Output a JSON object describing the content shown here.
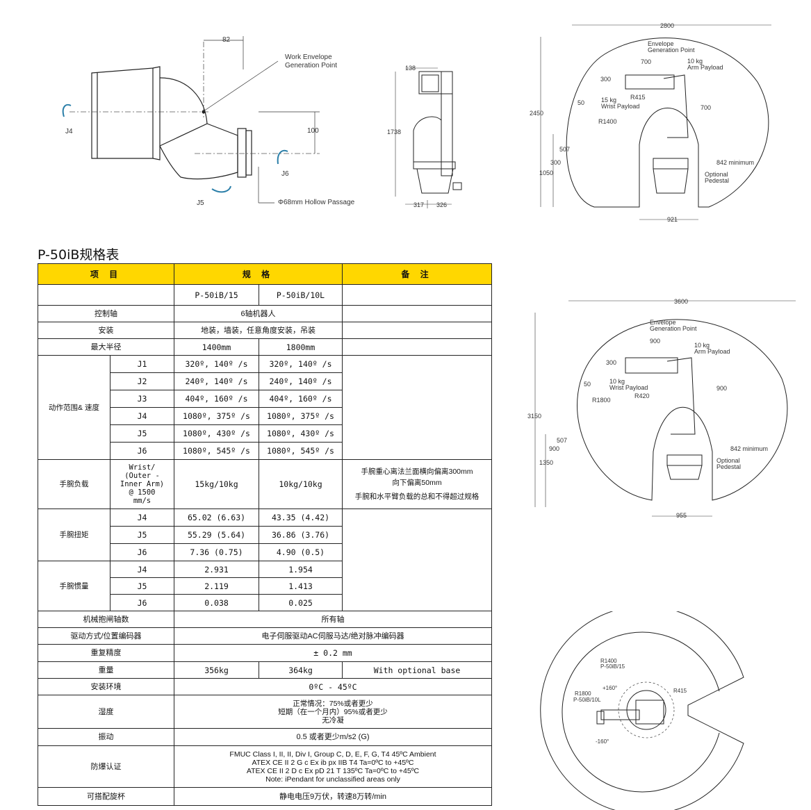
{
  "drawings": {
    "wrist": {
      "dim_82": "82",
      "dim_100": "100",
      "work_envelope_1": "Work Envelope",
      "work_envelope_2": "Generation Point",
      "j4": "J4",
      "j5": "J5",
      "j6": "J6",
      "hollow": "Φ68mm Hollow Passage"
    },
    "front": {
      "dim_138": "138",
      "dim_1738": "1738",
      "dim_317": "317",
      "dim_326": "326"
    },
    "envelope_15": {
      "dim_2800": "2800",
      "dim_2450": "2450",
      "dim_1050": "1050",
      "dim_507": "507",
      "dim_300v": "300",
      "dim_921": "921",
      "dim_700h": "700",
      "dim_700v": "700",
      "dim_300h": "300",
      "dim_50": "50",
      "r415": "R415",
      "r1400": "R1400",
      "env_1": "Envelope",
      "env_2": "Generation Point",
      "payload_1": "10 kg",
      "payload_2": "Arm Payload",
      "wrist_1": "15 kg",
      "wrist_2": "Wrist Payload",
      "min842": "842 minimum",
      "ped_1": "Optional",
      "ped_2": "Pedestal"
    },
    "envelope_10l": {
      "dim_3600": "3600",
      "dim_3150": "3150",
      "dim_1350": "1350",
      "dim_507": "507",
      "dim_900v": "900",
      "dim_955": "955",
      "dim_900h": "900",
      "dim_900r": "900",
      "dim_300": "300",
      "dim_50": "50",
      "r420": "R420",
      "r1800": "R1800",
      "env_1": "Envelope",
      "env_2": "Generation Point",
      "payload_1": "10 kg",
      "payload_2": "Arm Payload",
      "wrist_1": "10 kg",
      "wrist_2": "Wrist Payload",
      "min842": "842 minimum",
      "ped_1": "Optional",
      "ped_2": "Pedestal"
    },
    "top_view": {
      "r1400_1": "R1400",
      "r1400_2": "P-50iB/15",
      "r1800_1": "R1800",
      "r1800_2": "P-50iB/10L",
      "plus160": "+160°",
      "minus160": "-160°",
      "r415": "R415"
    }
  },
  "spec": {
    "title": "P-50iB规格表",
    "headers": {
      "item": "项 目",
      "spec": "规 格",
      "note": "备 注"
    },
    "models": {
      "m1": "P-50iB/15",
      "m2": "P-50iB/10L"
    },
    "control_axes": {
      "label": "控制轴",
      "value": "6轴机器人"
    },
    "install": {
      "label": "安装",
      "value": "地装，墙装，任意角度安装，吊装"
    },
    "max_radius": {
      "label": "最大半径",
      "v1": "1400mm",
      "v2": "1800mm"
    },
    "motion": {
      "label": "动作范围& 速度",
      "rows": [
        {
          "axis": "J1",
          "v1": "320º, 140º /s",
          "v2": "320º, 140º /s"
        },
        {
          "axis": "J2",
          "v1": "240º, 140º /s",
          "v2": "240º, 140º /s"
        },
        {
          "axis": "J3",
          "v1": "404º, 160º /s",
          "v2": "404º, 160º /s"
        },
        {
          "axis": "J4",
          "v1": "1080º, 375º /s",
          "v2": "1080º, 375º /s"
        },
        {
          "axis": "J5",
          "v1": "1080º, 430º /s",
          "v2": "1080º, 430º /s"
        },
        {
          "axis": "J6",
          "v1": "1080º, 545º /s",
          "v2": "1080º, 545º /s"
        }
      ]
    },
    "wrist_load": {
      "label": "手腕负载",
      "sub": "Wrist/\n(Outer - \nInner Arm)\n@ 1500\nmm/s",
      "v1": "15kg/10kg",
      "v2": "10kg/10kg",
      "note_1": "手腕重心离法兰面横向偏离300mm\n向下偏离50mm",
      "note_2": "手腕和水平臂负载的总和不得超过规格"
    },
    "torque": {
      "label": "手腕扭矩",
      "rows": [
        {
          "axis": "J4",
          "v1": "65.02 (6.63)",
          "v2": "43.35 (4.42)"
        },
        {
          "axis": "J5",
          "v1": "55.29 (5.64)",
          "v2": "36.86 (3.76)"
        },
        {
          "axis": "J6",
          "v1": "7.36 (0.75)",
          "v2": "4.90 (0.5)"
        }
      ]
    },
    "inertia": {
      "label": "手腕惯量",
      "rows": [
        {
          "axis": "J4",
          "v1": "2.931",
          "v2": "1.954"
        },
        {
          "axis": "J5",
          "v1": "2.119",
          "v2": "1.413"
        },
        {
          "axis": "J6",
          "v1": "0.038",
          "v2": "0.025"
        }
      ]
    },
    "brake": {
      "label": "机械抱闸轴数",
      "value": "所有轴"
    },
    "drive": {
      "label": "驱动方式/位置编码器",
      "value": "电子伺服驱动AC伺服马达/绝对脉冲编码器"
    },
    "repeat": {
      "label": "重复精度",
      "value": "± 0.2 mm"
    },
    "weight": {
      "label": "重量",
      "v1": "356kg",
      "v2": "364kg",
      "note": "With optional base"
    },
    "env": {
      "label": "安装环境",
      "value": "0ºC - 45ºC"
    },
    "humidity": {
      "label": "湿度",
      "value": "正常情况：75%或者更少\n短期（在一个月内）95%或者更少\n无冷凝"
    },
    "vibration": {
      "label": "振动",
      "value": "0.5 或者更少m/s2 (G)"
    },
    "explosion": {
      "label": "防爆认证",
      "value": "FMUC Class I, II, II, Div I, Group C, D, E, F, G, T4 45ºC Ambient\nATEX CE II 2 G c Ex ib px IIB T4 Ta=0ºC to +45ºC\nATEX CE II 2 D c Ex pD 21 T 135ºC Ta=0ºC to +45ºC\nNote: iPendant for unclassified areas only"
    },
    "cup": {
      "label": "可搭配旋杯",
      "value": "静电电压9万伏，转速8万转/min"
    }
  }
}
